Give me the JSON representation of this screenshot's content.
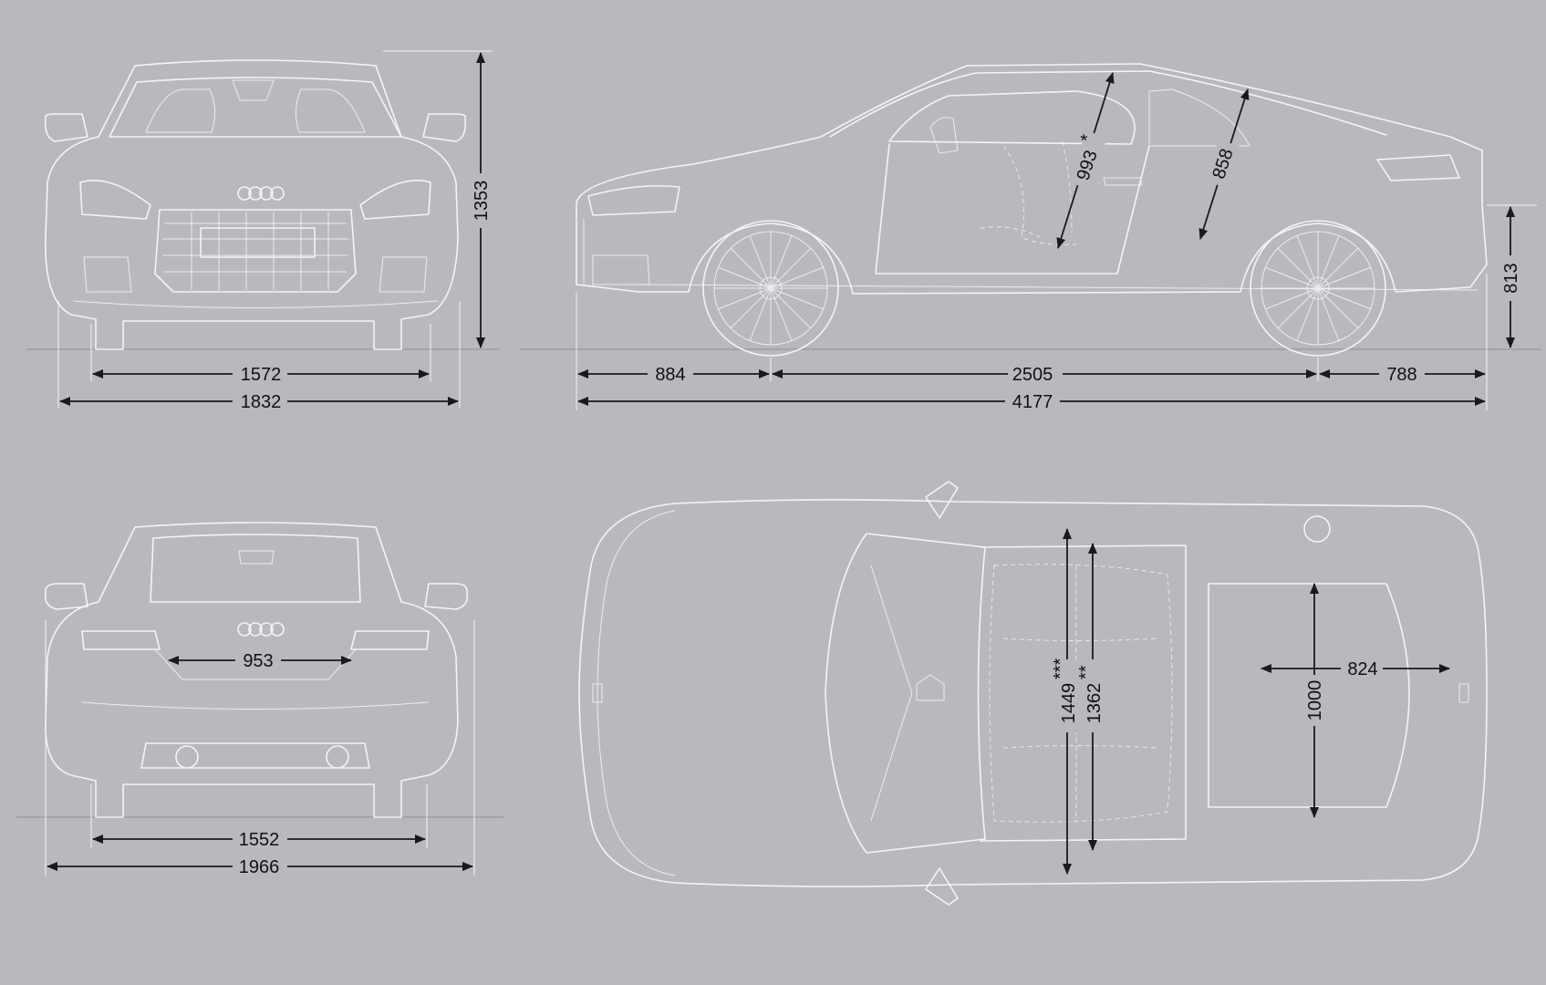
{
  "colors": {
    "background": "#b9b9bd",
    "linework": "#f4f4f6",
    "dimension": "#1a1a1a"
  },
  "views": {
    "front": {
      "track": "1572",
      "width": "1832",
      "height": "1353"
    },
    "side": {
      "front_overhang": "884",
      "wheelbase": "2505",
      "rear_overhang": "788",
      "length": "4177",
      "front_headroom": "993",
      "front_headroom_mark": "*",
      "rear_headroom": "858",
      "trunk_sill_height": "813"
    },
    "rear": {
      "trunk_opening": "953",
      "track": "1552",
      "width_mirrors": "1966"
    },
    "top": {
      "front_shoulder": "1449",
      "front_shoulder_mark": "***",
      "rear_shoulder": "1362",
      "rear_shoulder_mark": "**",
      "trunk_length": "824",
      "trunk_width": "1000"
    }
  }
}
